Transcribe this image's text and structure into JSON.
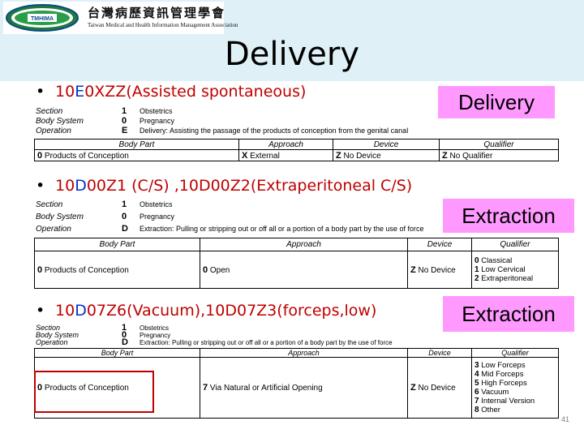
{
  "logo": {
    "org_cn": "台灣病歷資訊管理學會",
    "org_en": "Taiwan Medical and Health Information Management Association",
    "emblem_text": "TMHIMA"
  },
  "title": "Delivery",
  "bullets": [
    {
      "prefix": "10",
      "highlight": "E",
      "rest": "0XZZ(Assisted spontaneous)"
    },
    {
      "prefix": "10",
      "highlight": "D",
      "rest": "00Z1 (C/S) ,10D00Z2(Extraperitoneal C/S)"
    },
    {
      "prefix": "10",
      "highlight": "D",
      "rest": "07Z6(Vacuum),10D07Z3(forceps,low)"
    }
  ],
  "tags": [
    "Delivery",
    "Extraction",
    "Extraction"
  ],
  "tables": [
    {
      "header": [
        {
          "key": "Section",
          "code": "1",
          "value": "Obstetrics"
        },
        {
          "key": "Body System",
          "code": "0",
          "value": "Pregnancy"
        },
        {
          "key": "Operation",
          "code": "E",
          "value": "Delivery: Assisting the passage of the products of conception from the genital canal"
        }
      ],
      "columns": [
        "Body Part",
        "Approach",
        "Device",
        "Qualifier"
      ],
      "body_part": {
        "code": "0",
        "label": "Products of Conception"
      },
      "approach": [
        {
          "code": "X",
          "label": "External"
        }
      ],
      "device": {
        "code": "Z",
        "label": "No Device"
      },
      "qualifier": [
        {
          "code": "Z",
          "label": "No Qualifier"
        }
      ]
    },
    {
      "header": [
        {
          "key": "Section",
          "code": "1",
          "value": "Obstetrics"
        },
        {
          "key": "Body System",
          "code": "0",
          "value": "Pregnancy"
        },
        {
          "key": "Operation",
          "code": "D",
          "value": "Extraction: Pulling or stripping out or off all or a portion of a body part by the use of force"
        }
      ],
      "columns": [
        "Body Part",
        "Approach",
        "Device",
        "Qualifier"
      ],
      "body_part": {
        "code": "0",
        "label": "Products of Conception"
      },
      "approach": [
        {
          "code": "0",
          "label": "Open"
        }
      ],
      "device": {
        "code": "Z",
        "label": "No Device"
      },
      "qualifier": [
        {
          "code": "0",
          "label": "Classical"
        },
        {
          "code": "1",
          "label": "Low Cervical"
        },
        {
          "code": "2",
          "label": "Extraperitoneal"
        }
      ]
    },
    {
      "header": [
        {
          "key": "Section",
          "code": "1",
          "value": "Obstetrics"
        },
        {
          "key": "Body System",
          "code": "0",
          "value": "Pregnancy"
        },
        {
          "key": "Operation",
          "code": "D",
          "value": "Extraction: Pulling or stripping out or off all or a portion of a body part by the use of force"
        }
      ],
      "columns": [
        "Body Part",
        "Approach",
        "Device",
        "Qualifier"
      ],
      "body_part": {
        "code": "0",
        "label": "Products of Conception"
      },
      "approach": [
        {
          "code": "7",
          "label": "Via Natural or Artificial Opening"
        }
      ],
      "device": {
        "code": "Z",
        "label": "No Device"
      },
      "qualifier": [
        {
          "code": "3",
          "label": "Low Forceps"
        },
        {
          "code": "4",
          "label": "Mid Forceps"
        },
        {
          "code": "5",
          "label": "High Forceps"
        },
        {
          "code": "6",
          "label": "Vacuum"
        },
        {
          "code": "7",
          "label": "Internal Version"
        },
        {
          "code": "8",
          "label": "Other"
        }
      ]
    }
  ],
  "page_number": "41",
  "colors": {
    "bullet_text": "#c00000",
    "highlight": "#0033cc",
    "tag_bg": "#ff99ff",
    "header_band": "#dff0f6"
  }
}
